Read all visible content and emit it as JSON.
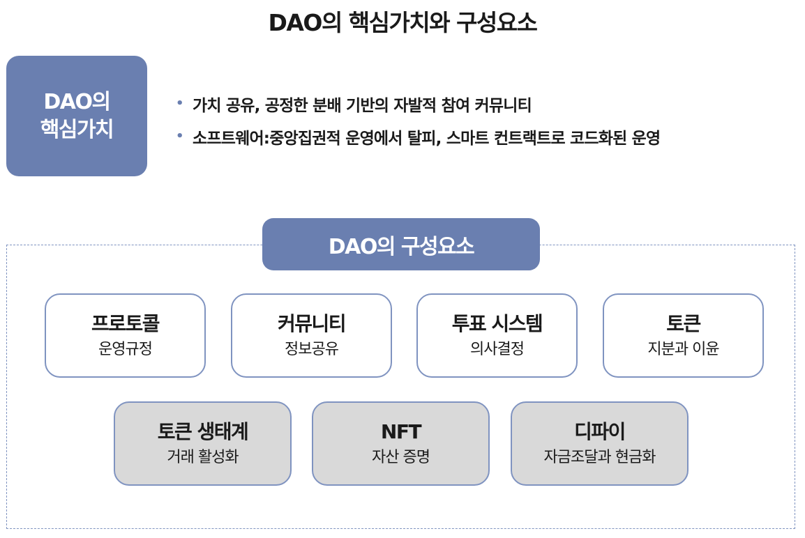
{
  "title": "DAO의 핵심가치와 구성요소",
  "core_value": {
    "label_line1": "DAO의",
    "label_line2": "핵심가치",
    "bullets": [
      "가치 공유, 공정한 분배 기반의 자발적 참여 커뮤니티",
      "소프트웨어:중앙집권적 운영에서 탈피, 스마트 컨트랙트로 코드화된 운영"
    ]
  },
  "components": {
    "header": "DAO의 구성요소",
    "row1": [
      {
        "title": "프로토콜",
        "sub": "운영규정"
      },
      {
        "title": "커뮤니티",
        "sub": "정보공유"
      },
      {
        "title": "투표 시스템",
        "sub": "의사결정"
      },
      {
        "title": "토큰",
        "sub": "지분과 이윤"
      }
    ],
    "row2": [
      {
        "title": "토큰 생태계",
        "sub": "거래 활성화"
      },
      {
        "title": "NFT",
        "sub": "자산 증명"
      },
      {
        "title": "디파이",
        "sub": "자금조달과 현금화"
      }
    ]
  },
  "colors": {
    "accent": "#6a7fb0",
    "border": "#7f93c0",
    "gray_fill": "#d9d9d9"
  }
}
